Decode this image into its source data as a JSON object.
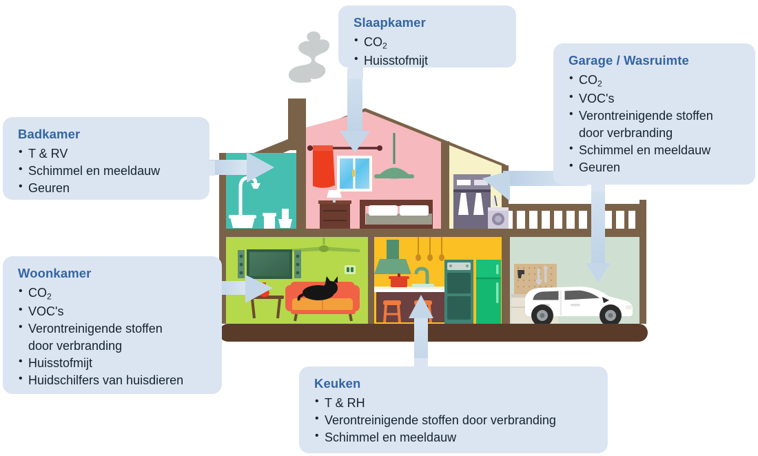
{
  "diagram": {
    "title_hidden": "Binnenluchtkwaliteit per kamer",
    "accent_color": "#3465a4",
    "callout_bg": "#dbe5f1",
    "arrow_color": "#ccdcec",
    "text_color": "#15232e"
  },
  "callouts": [
    {
      "id": "slaapkamer",
      "heading": "Slaapkamer",
      "items": [
        "CO₂",
        "Huisstofmijt"
      ],
      "items_plain": [
        {
          "pre": "CO",
          "sub": "2"
        },
        {
          "pre": "Huisstofmijt",
          "sub": ""
        }
      ]
    },
    {
      "id": "garage",
      "heading": "Garage / Wasruimte",
      "items_plain": [
        {
          "pre": "CO",
          "sub": "2"
        },
        {
          "pre": "VOC's",
          "sub": ""
        },
        {
          "pre": "Verontreinigende stoffen\ndoor verbranding",
          "sub": ""
        },
        {
          "pre": "Schimmel en meeldauw",
          "sub": ""
        },
        {
          "pre": "Geuren",
          "sub": ""
        }
      ]
    },
    {
      "id": "badkamer",
      "heading": "Badkamer",
      "items_plain": [
        {
          "pre": "T & RV",
          "sub": ""
        },
        {
          "pre": "Schimmel en meeldauw",
          "sub": ""
        },
        {
          "pre": "Geuren",
          "sub": ""
        }
      ]
    },
    {
      "id": "woonkamer",
      "heading": "Woonkamer",
      "items_plain": [
        {
          "pre": "CO",
          "sub": "2"
        },
        {
          "pre": "VOC's",
          "sub": ""
        },
        {
          "pre": "Verontreinigende stoffen\ndoor verbranding",
          "sub": ""
        },
        {
          "pre": "Huisstofmijt",
          "sub": ""
        },
        {
          "pre": "Huidschilfers van huisdieren",
          "sub": ""
        }
      ]
    },
    {
      "id": "keuken",
      "heading": "Keuken",
      "items_plain": [
        {
          "pre": "T & RH",
          "sub": ""
        },
        {
          "pre": "Verontreinigende stoffen door verbranding",
          "sub": ""
        },
        {
          "pre": "Schimmel en meeldauw",
          "sub": ""
        }
      ]
    }
  ],
  "house": {
    "rooms": [
      {
        "name": "badkamer",
        "label": "Badkamer",
        "wall_color": "#46bfb0",
        "floor": "upper"
      },
      {
        "name": "slaapkamer",
        "label": "Slaapkamer",
        "wall_color": "#f6b9bd",
        "floor": "upper"
      },
      {
        "name": "wasruimte",
        "label": "Wasruimte",
        "wall_color": "#f7f2c8",
        "floor": "upper"
      },
      {
        "name": "woonkamer",
        "label": "Woonkamer",
        "wall_color": "#b5d94a",
        "floor": "lower"
      },
      {
        "name": "keuken",
        "label": "Keuken",
        "wall_color": "#fbc024",
        "floor": "lower"
      },
      {
        "name": "garage",
        "label": "Garage",
        "wall_color": "#cfe0d3",
        "floor": "lower"
      }
    ],
    "structure_color": "#7a6249",
    "foundation_color": "#5a3b2a",
    "chimney_smoke_color": "#c9cdcd"
  }
}
